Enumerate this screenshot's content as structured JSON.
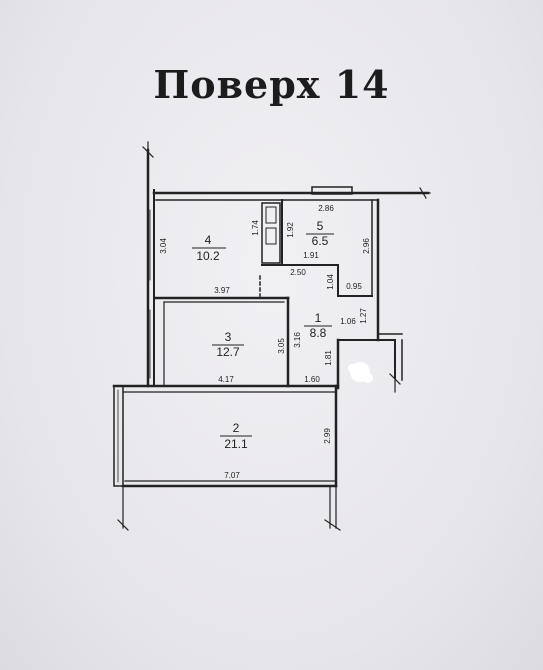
{
  "title": "Поверх 14",
  "rooms": [
    {
      "id": "room-1",
      "number": "1",
      "area": "8.8"
    },
    {
      "id": "room-2",
      "number": "2",
      "area": "21.1"
    },
    {
      "id": "room-3",
      "number": "3",
      "area": "12.7"
    },
    {
      "id": "room-4",
      "number": "4",
      "area": "10.2"
    },
    {
      "id": "room-5",
      "number": "5",
      "area": "6.5"
    }
  ],
  "dimensions": {
    "d286": "2.86",
    "d174": "1.74",
    "d192": "1.92",
    "d296": "2.96",
    "d304": "3.04",
    "d191": "1.91",
    "d250": "2.50",
    "d104": "1.04",
    "d095": "0.95",
    "d397": "3.97",
    "d127": "1.27",
    "d106": "1.06",
    "d305": "3.05",
    "d316": "3.16",
    "d181": "1.81",
    "d417": "4.17",
    "d160": "1.60",
    "d299": "2.99",
    "d707": "7.07"
  },
  "colors": {
    "ink": "#222222",
    "paper": "#ebeaee"
  }
}
